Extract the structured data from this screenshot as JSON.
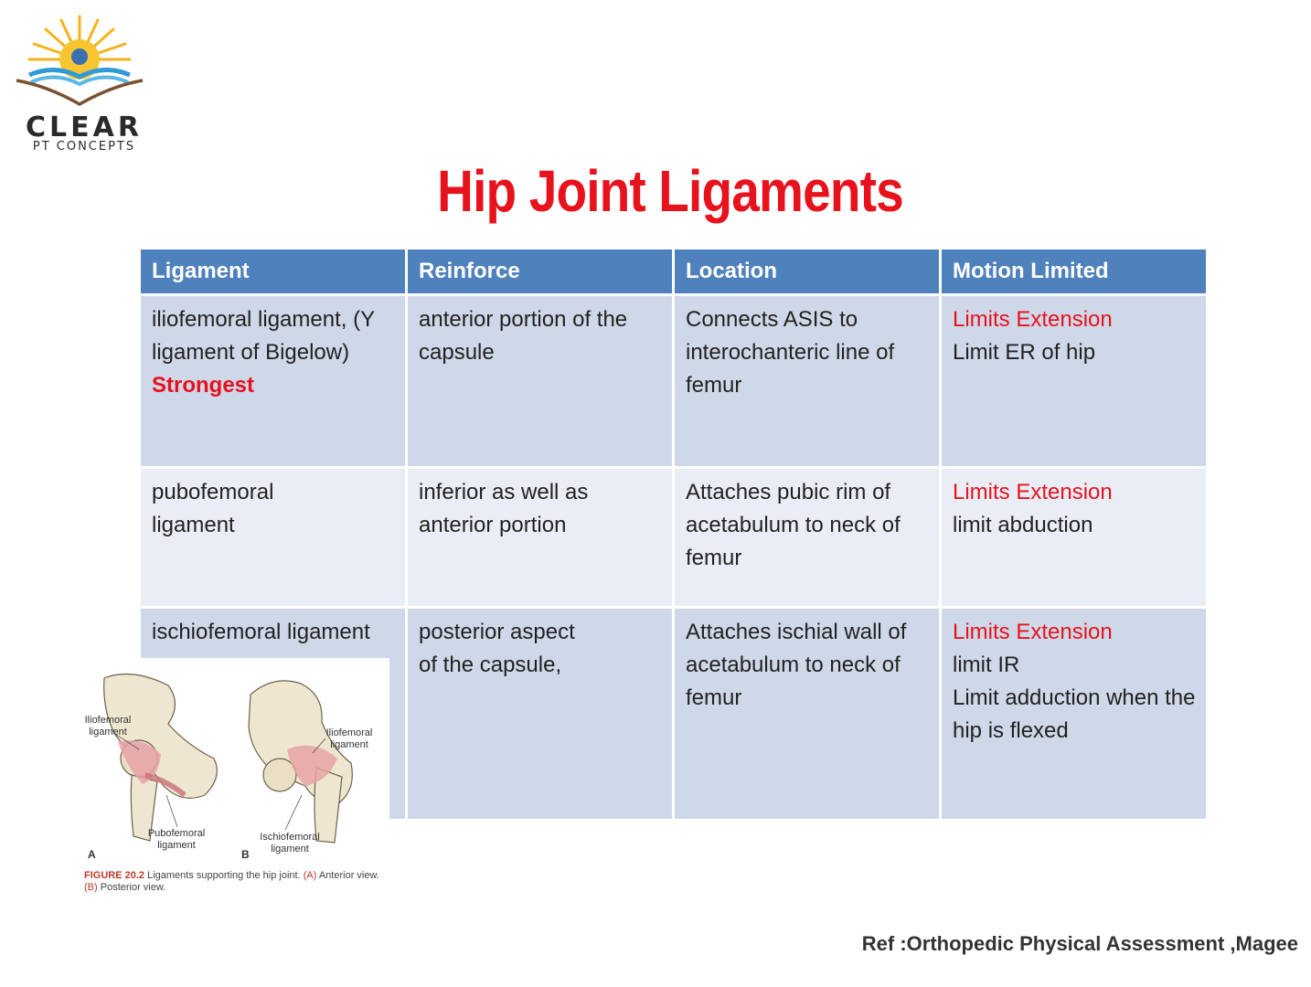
{
  "logo": {
    "word": "CLEAR",
    "sub": "PT CONCEPTS"
  },
  "title": "Hip Joint Ligaments",
  "table": {
    "headers": [
      "Ligament",
      "Reinforce",
      "Location",
      "Motion Limited"
    ],
    "rows": [
      {
        "ligament": "iliofemoral ligament, (Y ligament of Bigelow)",
        "ligament_note": "Strongest",
        "reinforce": "anterior portion of the capsule",
        "location": "Connects ASIS to interochanteric line of femur",
        "motion_primary": "Limits Extension",
        "motion_other": [
          "Limit ER of hip"
        ]
      },
      {
        "ligament": "pubofemoral ligament",
        "ligament_note": "",
        "reinforce": "inferior as well as anterior portion",
        "location": "Attaches pubic rim of acetabulum to neck of femur",
        "motion_primary": "Limits Extension",
        "motion_other": [
          "limit abduction"
        ]
      },
      {
        "ligament": "ischiofemoral ligament",
        "ligament_note": "",
        "reinforce": "posterior aspect of the capsule,",
        "location": "Attaches ischial wall of acetabulum to neck of femur",
        "motion_primary": "Limits Extension",
        "motion_other": [
          "limit IR",
          "Limit adduction when the hip is flexed"
        ]
      }
    ]
  },
  "figure": {
    "labels": {
      "a_iliofemoral": "Iliofemoral ligament",
      "a_pubofemoral": "Pubofemoral ligament",
      "b_iliofemoral": "Iliofemoral ligament",
      "b_ischiofemoral": "Ischiofemoral ligament",
      "panel_a": "A",
      "panel_b": "B"
    },
    "caption_num": "FIGURE 20.2",
    "caption_text": "Ligaments supporting the hip joint.",
    "caption_a_key": "(A)",
    "caption_a_text": "Anterior view.",
    "caption_b_key": "(B)",
    "caption_b_text": "Posterior view."
  },
  "reference": "Ref :Orthopedic Physical Assessment  ,Magee",
  "colors": {
    "title_red": "#e8121d",
    "header_blue": "#4f81bd",
    "row_dark": "#cfd8e8",
    "row_light": "#e9edf5"
  }
}
